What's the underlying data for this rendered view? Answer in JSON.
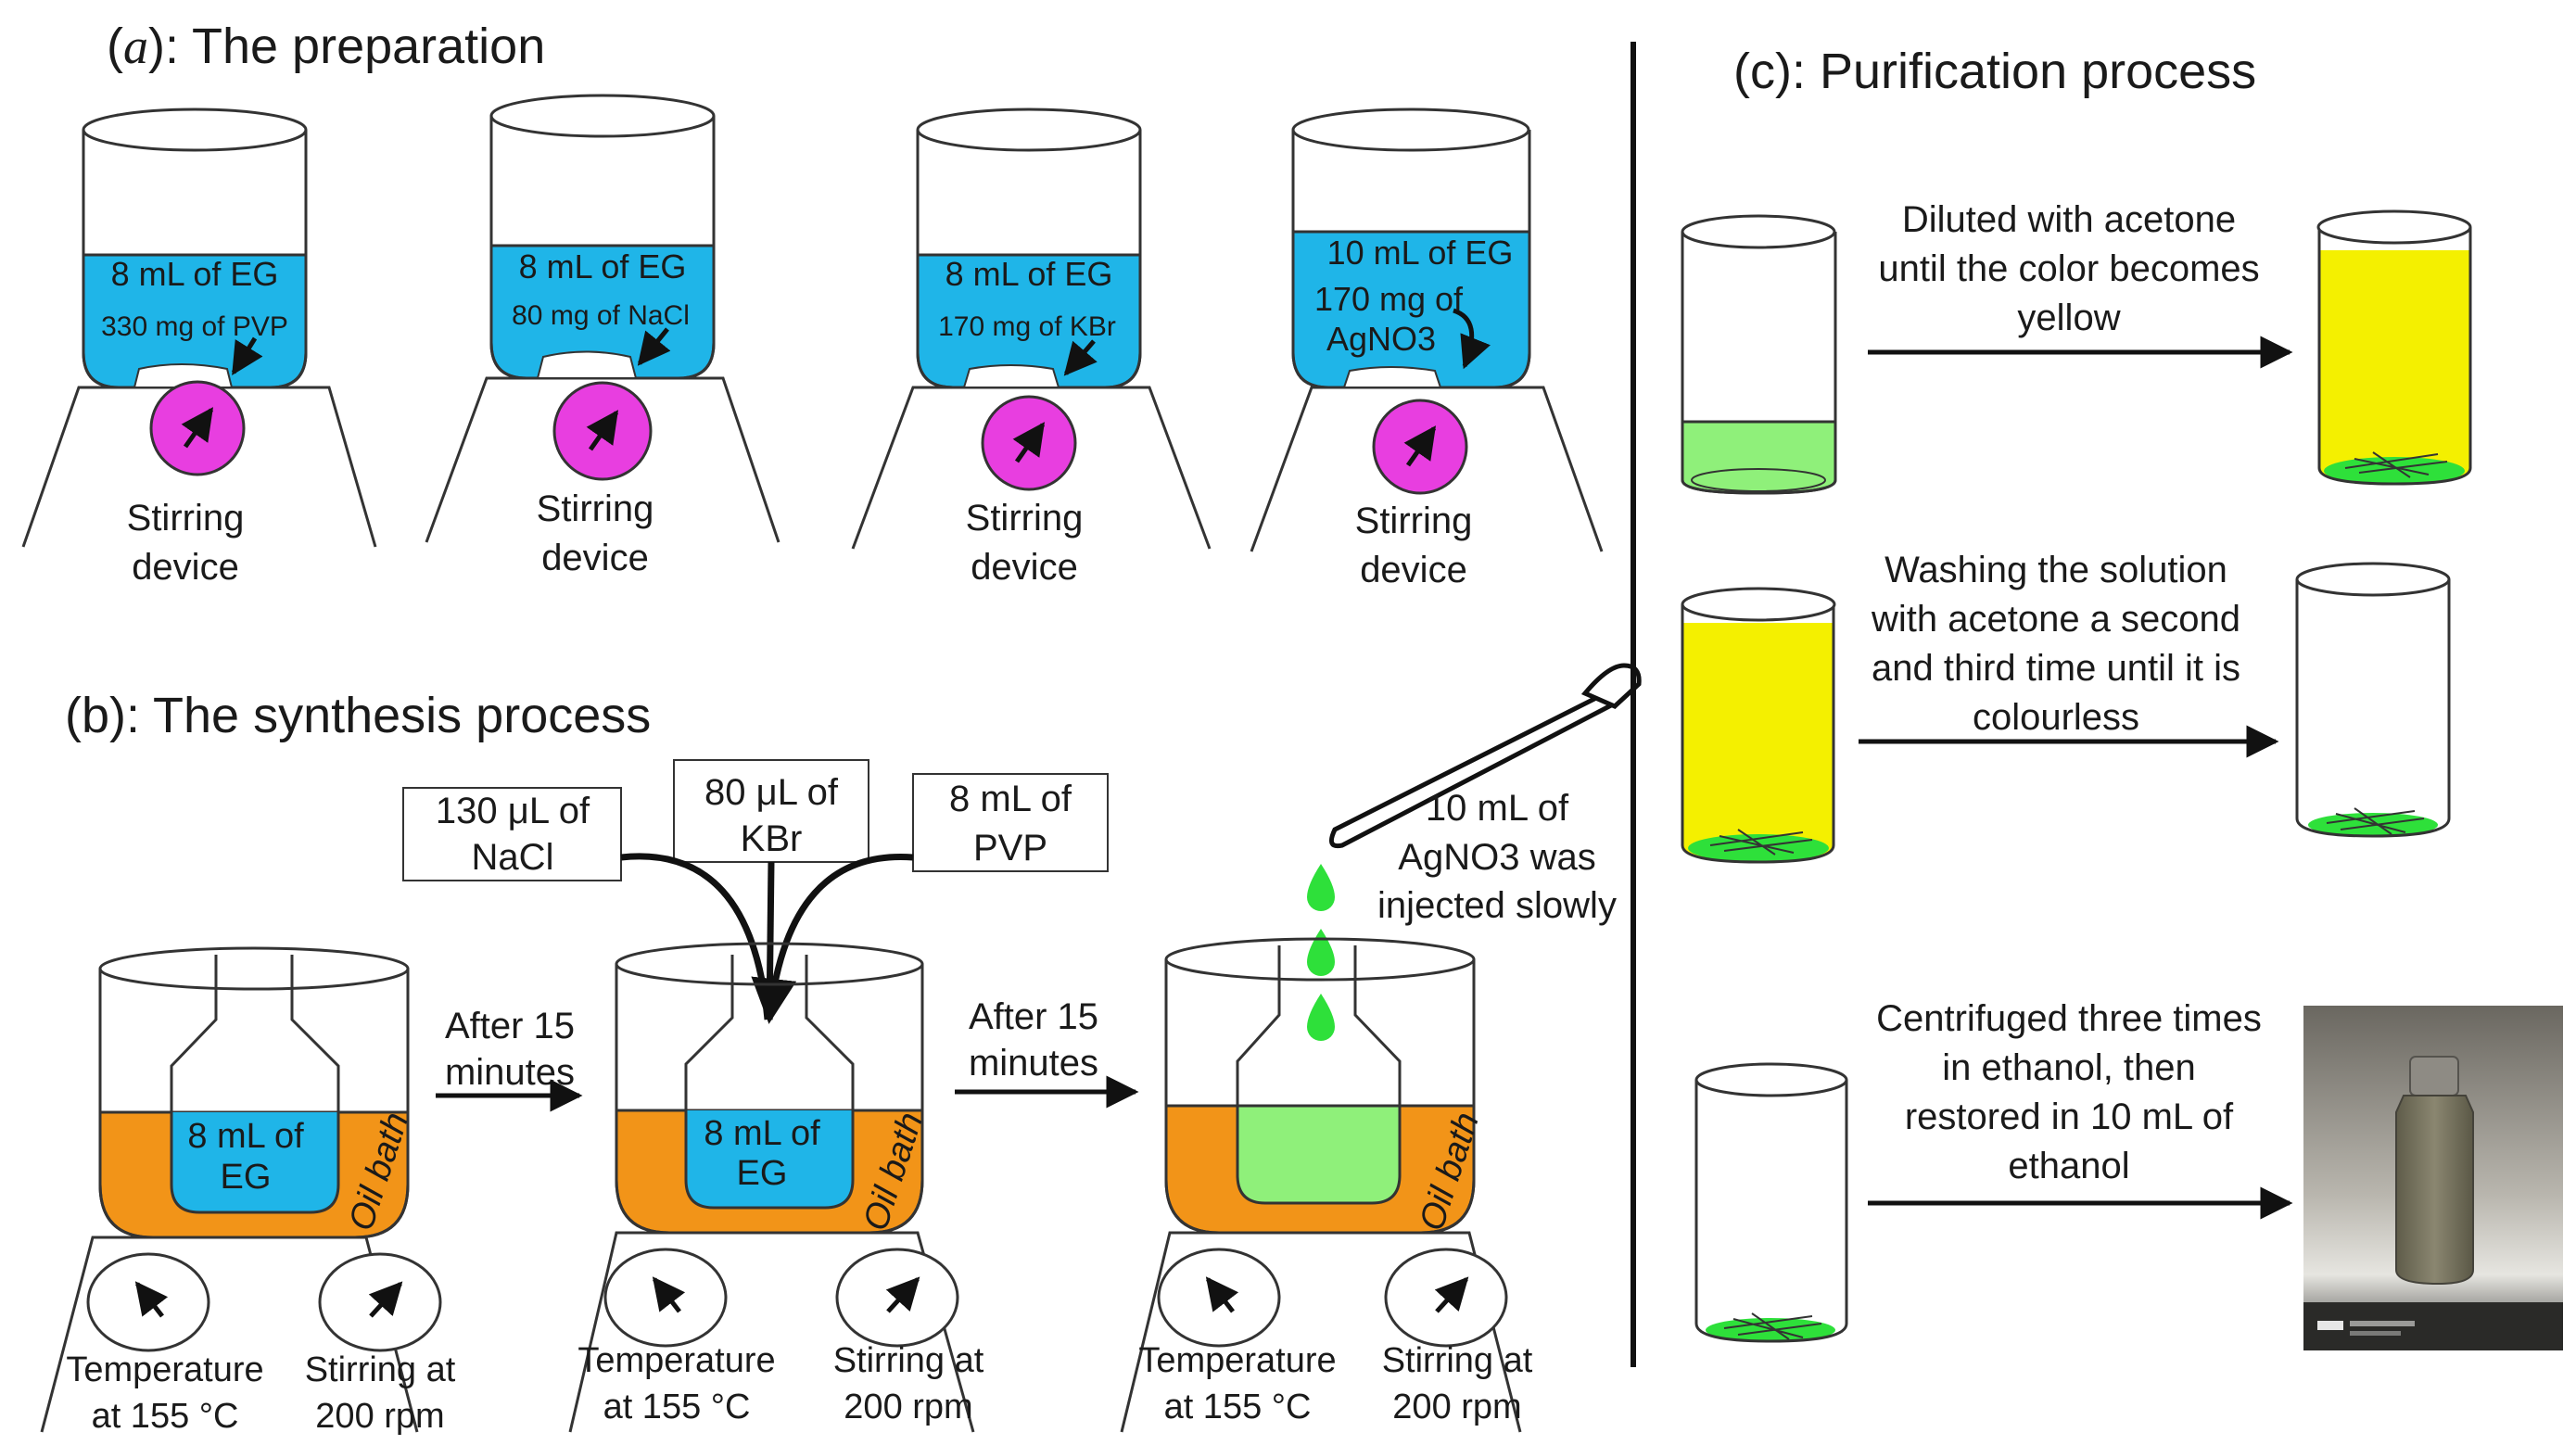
{
  "panel_a": {
    "title_letter": "a",
    "title_rest": "): The preparation",
    "beakers": [
      {
        "line1": "8 mL of EG",
        "line2": "330 mg of PVP",
        "device": [
          "Stirring",
          "device"
        ]
      },
      {
        "line1": "8 mL of EG",
        "line2": "80 mg of NaCl",
        "device": [
          "Stirring",
          "device"
        ]
      },
      {
        "line1": "8 mL of EG",
        "line2": "170 mg of KBr",
        "device": [
          "Stirring",
          "device"
        ]
      },
      {
        "line1": "10 mL of EG",
        "line2": "170 mg of",
        "line3": "AgNO3",
        "device": [
          "Stirring",
          "device"
        ]
      }
    ]
  },
  "panel_b": {
    "title": "(b): The synthesis process",
    "additions": [
      {
        "line1": "130 μL of",
        "line2": "NaCl"
      },
      {
        "line1": "80 μL of",
        "line2": "KBr"
      },
      {
        "line1": "8 mL of",
        "line2": "PVP"
      }
    ],
    "inner_label": [
      "8 mL of",
      "EG"
    ],
    "oil_bath": "Oil bath",
    "after_step": [
      "After 15",
      "minutes"
    ],
    "temperature": [
      "Temperature",
      "at 155 °C"
    ],
    "stirring": [
      "Stirring at",
      "200 rpm"
    ],
    "injection": [
      "10 mL of",
      "AgNO3 was",
      "injected slowly"
    ]
  },
  "panel_c": {
    "title": "(c): Purification process",
    "steps": [
      {
        "text": [
          "Diluted with acetone",
          "until the color becomes",
          "yellow"
        ]
      },
      {
        "text": [
          "Washing the solution",
          "with acetone a second",
          "and third time until it is",
          "colourless"
        ]
      },
      {
        "text": [
          "Centrifuged three times",
          "in ethanol, then",
          "restored in 10 mL of",
          "ethanol"
        ]
      }
    ]
  },
  "colors": {
    "blue_liquid": "#1fb5e8",
    "orange_oil": "#f29418",
    "green_liquid": "#8ff07a",
    "yellow_liquid": "#f4f000",
    "magenta_dial": "#e83ee0",
    "green_sediment": "#2ee03a"
  }
}
